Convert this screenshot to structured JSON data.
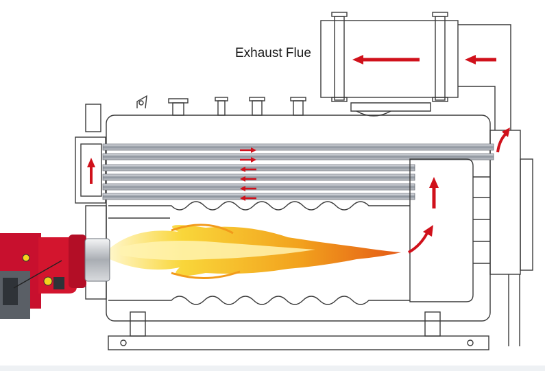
{
  "labels": {
    "exhaust_flue": "Exhaust Flue"
  },
  "colors": {
    "outline": "#3a3a3a",
    "arrow_red": "#d0111b",
    "burner_red": "#c8102e",
    "flame_yellow": "#f7c21a",
    "flame_orange": "#ef7d18",
    "tube_grey": "#9aa0a8"
  },
  "icons": {
    "burner": "burner-unit",
    "flame": "flame",
    "flow_arrows": "red-arrow"
  }
}
